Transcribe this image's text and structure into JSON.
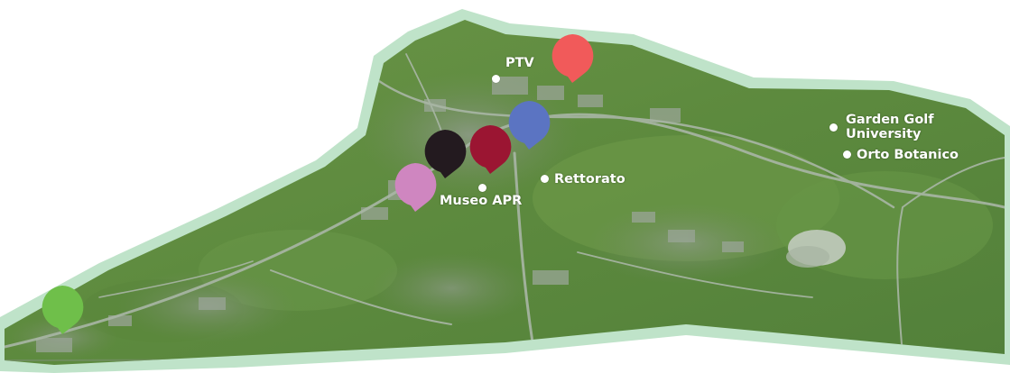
{
  "map": {
    "labels": {
      "ptv": "PTV",
      "museo_apr": "Museo APR",
      "rettorato": "Rettorato",
      "garden_golf_line1": "Garden Golf",
      "garden_golf_line2": "University",
      "orto_botanico": "Orto Botanico"
    },
    "pins": [
      {
        "name": "red-pin",
        "color": "#f15a5a"
      },
      {
        "name": "blue-pin",
        "color": "#5b74c2"
      },
      {
        "name": "crimson-pin",
        "color": "#9b1532"
      },
      {
        "name": "black-pin",
        "color": "#231a1f"
      },
      {
        "name": "pink-pin",
        "color": "#cf86c0"
      },
      {
        "name": "green-pin",
        "color": "#6fbf4a"
      }
    ],
    "colors": {
      "campus_border": "#bfe3c9",
      "campus_ground": "#5e8a3e",
      "road": "#a9b6a6"
    }
  }
}
